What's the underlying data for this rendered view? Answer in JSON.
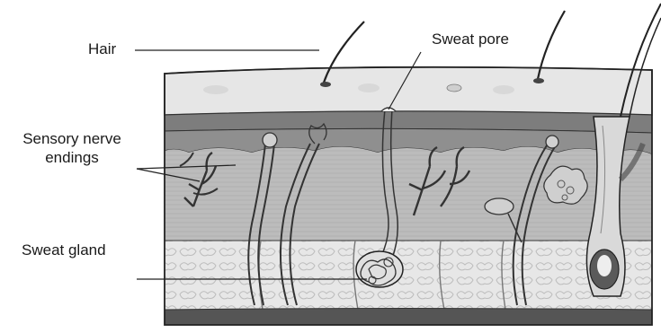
{
  "diagram": {
    "labels": {
      "hair": "Hair",
      "sweat_pore": "Sweat pore",
      "sensory_line1": "Sensory nerve",
      "sensory_line2": "endings",
      "sweat_gland": "Sweat gland"
    }
  }
}
